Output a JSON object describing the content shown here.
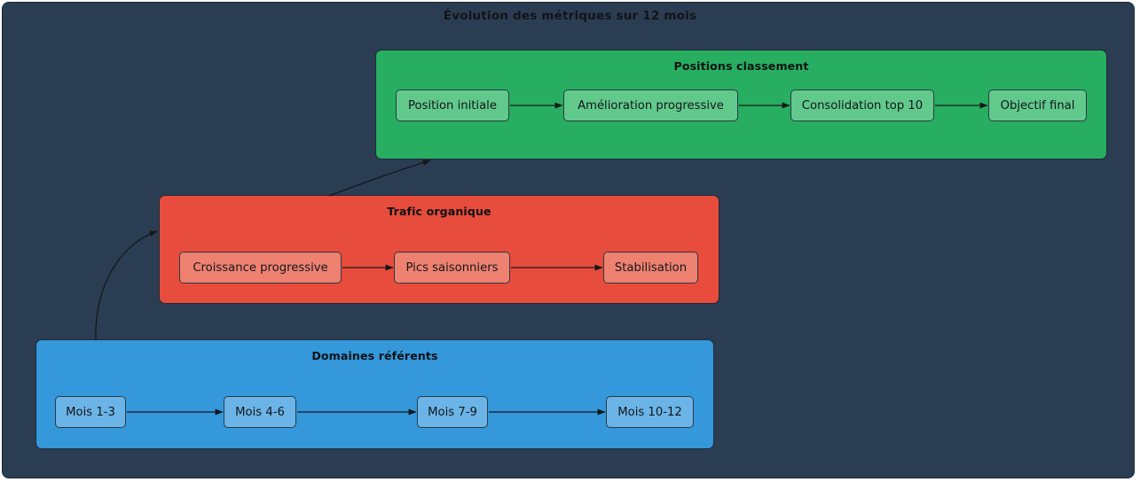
{
  "diagram": {
    "title": "Évolution des métriques sur 12 mois",
    "background_color": "#2b3d52",
    "type": "flowchart",
    "direction": "left-to-right subgraphs, bottom-to-top flow"
  },
  "clusters": [
    {
      "id": "ranking",
      "label": "Positions classement",
      "color": "#27ae60",
      "node_color": "#62c98d",
      "nodes": [
        {
          "id": "ranking-n1",
          "label": "Position initiale"
        },
        {
          "id": "ranking-n2",
          "label": "Amélioration progressive"
        },
        {
          "id": "ranking-n3",
          "label": "Consolidation top 10"
        },
        {
          "id": "ranking-n4",
          "label": "Objectif final"
        }
      ]
    },
    {
      "id": "traffic",
      "label": "Trafic organique",
      "color": "#e74c3c",
      "node_color": "#ef8171",
      "nodes": [
        {
          "id": "traffic-n1",
          "label": "Croissance progressive"
        },
        {
          "id": "traffic-n2",
          "label": "Pics saisonniers"
        },
        {
          "id": "traffic-n3",
          "label": "Stabilisation"
        }
      ]
    },
    {
      "id": "domains",
      "label": "Domaines référents",
      "color": "#3498db",
      "node_color": "#6bb4e8",
      "nodes": [
        {
          "id": "domains-n1",
          "label": "Mois 1-3"
        },
        {
          "id": "domains-n2",
          "label": "Mois 4-6"
        },
        {
          "id": "domains-n3",
          "label": "Mois 7-9"
        },
        {
          "id": "domains-n4",
          "label": "Mois 10-12"
        }
      ]
    }
  ],
  "edges": [
    {
      "from": "ranking-n1",
      "to": "ranking-n2",
      "style": "solid-arrow"
    },
    {
      "from": "ranking-n2",
      "to": "ranking-n3",
      "style": "solid-arrow"
    },
    {
      "from": "ranking-n3",
      "to": "ranking-n4",
      "style": "solid-arrow"
    },
    {
      "from": "traffic-n1",
      "to": "traffic-n2",
      "style": "solid-arrow"
    },
    {
      "from": "traffic-n2",
      "to": "traffic-n3",
      "style": "solid-arrow"
    },
    {
      "from": "domains-n1",
      "to": "domains-n2",
      "style": "solid-arrow"
    },
    {
      "from": "domains-n2",
      "to": "domains-n3",
      "style": "solid-arrow"
    },
    {
      "from": "domains-n3",
      "to": "domains-n4",
      "style": "solid-arrow"
    },
    {
      "from": "domains",
      "to": "traffic",
      "style": "curved-arrow"
    },
    {
      "from": "traffic",
      "to": "ranking",
      "style": "curved-arrow"
    }
  ]
}
